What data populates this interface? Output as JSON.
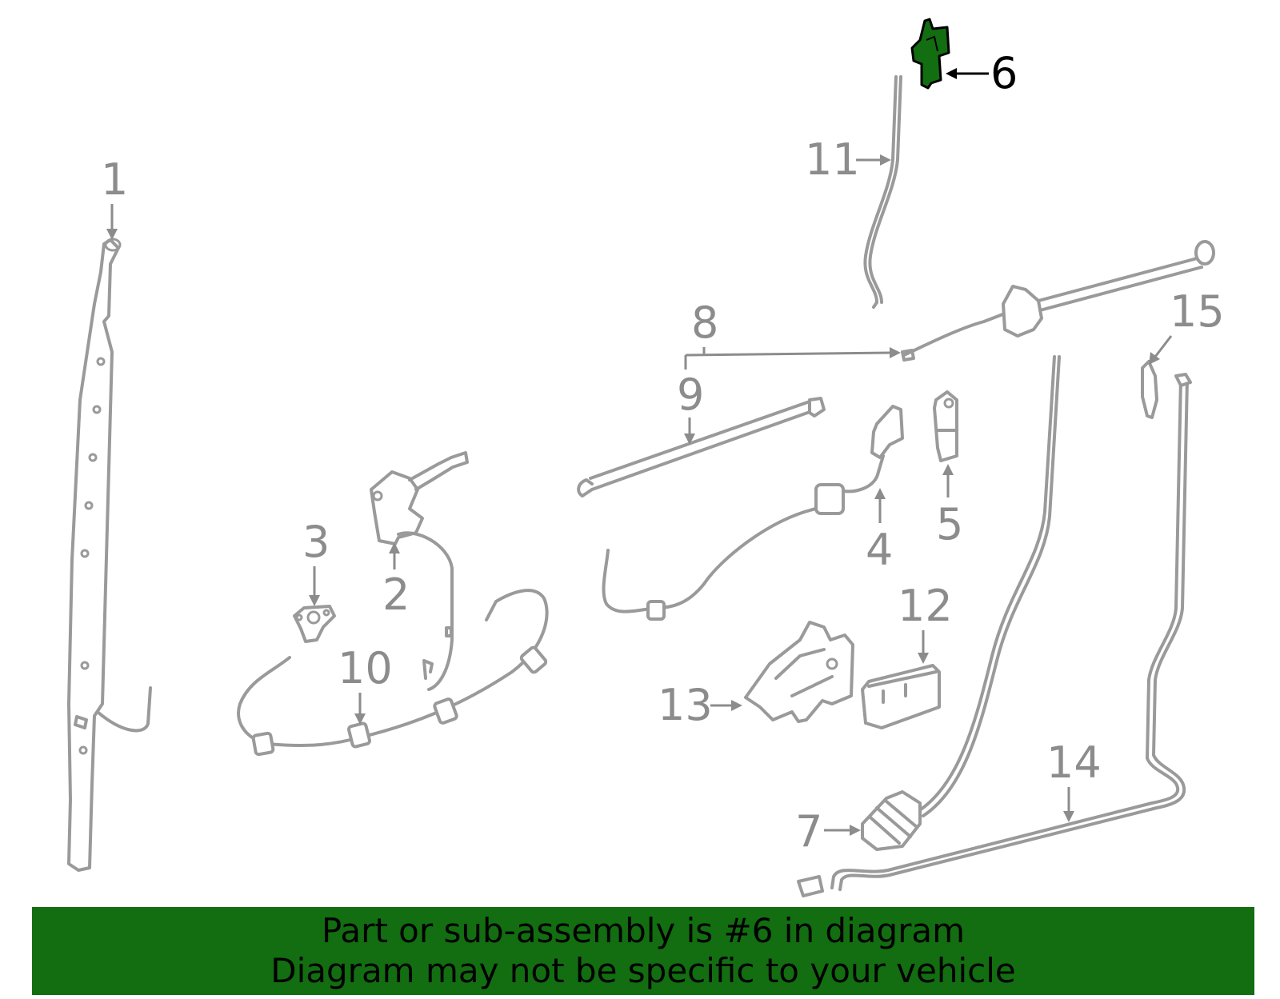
{
  "diagram": {
    "highlight_color": "#136d11",
    "callouts": [
      {
        "id": "1",
        "label": "1"
      },
      {
        "id": "2",
        "label": "2"
      },
      {
        "id": "3",
        "label": "3"
      },
      {
        "id": "4",
        "label": "4"
      },
      {
        "id": "5",
        "label": "5"
      },
      {
        "id": "6",
        "label": "6",
        "highlighted": true
      },
      {
        "id": "7",
        "label": "7"
      },
      {
        "id": "8",
        "label": "8"
      },
      {
        "id": "9",
        "label": "9"
      },
      {
        "id": "10",
        "label": "10"
      },
      {
        "id": "11",
        "label": "11"
      },
      {
        "id": "12",
        "label": "12"
      },
      {
        "id": "13",
        "label": "13"
      },
      {
        "id": "14",
        "label": "14"
      },
      {
        "id": "15",
        "label": "15"
      }
    ]
  },
  "banner": {
    "line1": "Part or sub-assembly is #6 in diagram",
    "line2": "Diagram may not be specific to your vehicle",
    "background": "#136d11"
  }
}
